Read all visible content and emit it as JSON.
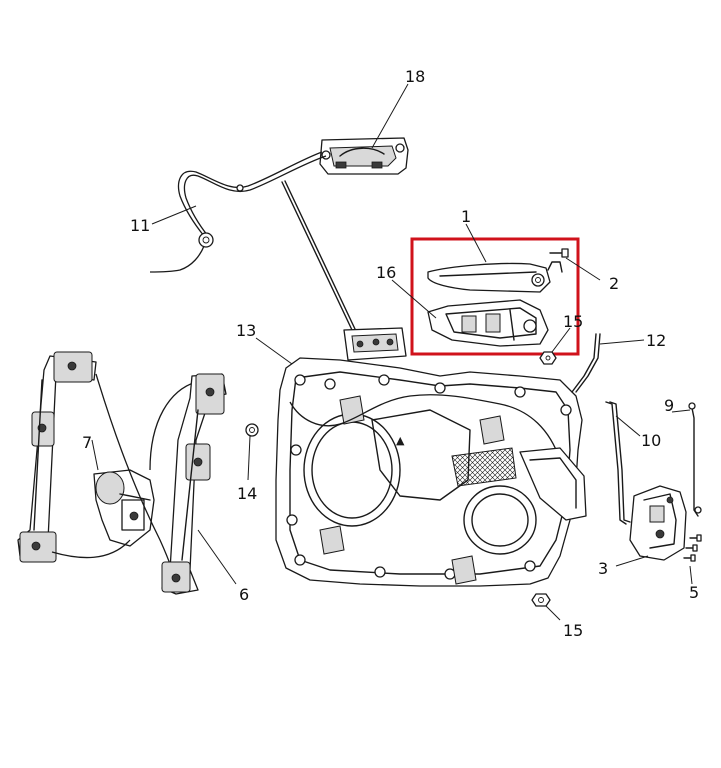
{
  "diagram": {
    "highlight_color": "#d0121b",
    "line_color": "#1a1a1a",
    "callouts": [
      {
        "id": "c18",
        "text": "18"
      },
      {
        "id": "c11",
        "text": "11"
      },
      {
        "id": "c1",
        "text": "1"
      },
      {
        "id": "c16",
        "text": "16"
      },
      {
        "id": "c2",
        "text": "2"
      },
      {
        "id": "c13",
        "text": "13"
      },
      {
        "id": "c15a",
        "text": "15"
      },
      {
        "id": "c12",
        "text": "12"
      },
      {
        "id": "c7",
        "text": "7"
      },
      {
        "id": "c14",
        "text": "14"
      },
      {
        "id": "c9",
        "text": "9"
      },
      {
        "id": "c10",
        "text": "10"
      },
      {
        "id": "c6",
        "text": "6"
      },
      {
        "id": "c3",
        "text": "3"
      },
      {
        "id": "c5",
        "text": "5"
      },
      {
        "id": "c15b",
        "text": "15"
      }
    ]
  }
}
